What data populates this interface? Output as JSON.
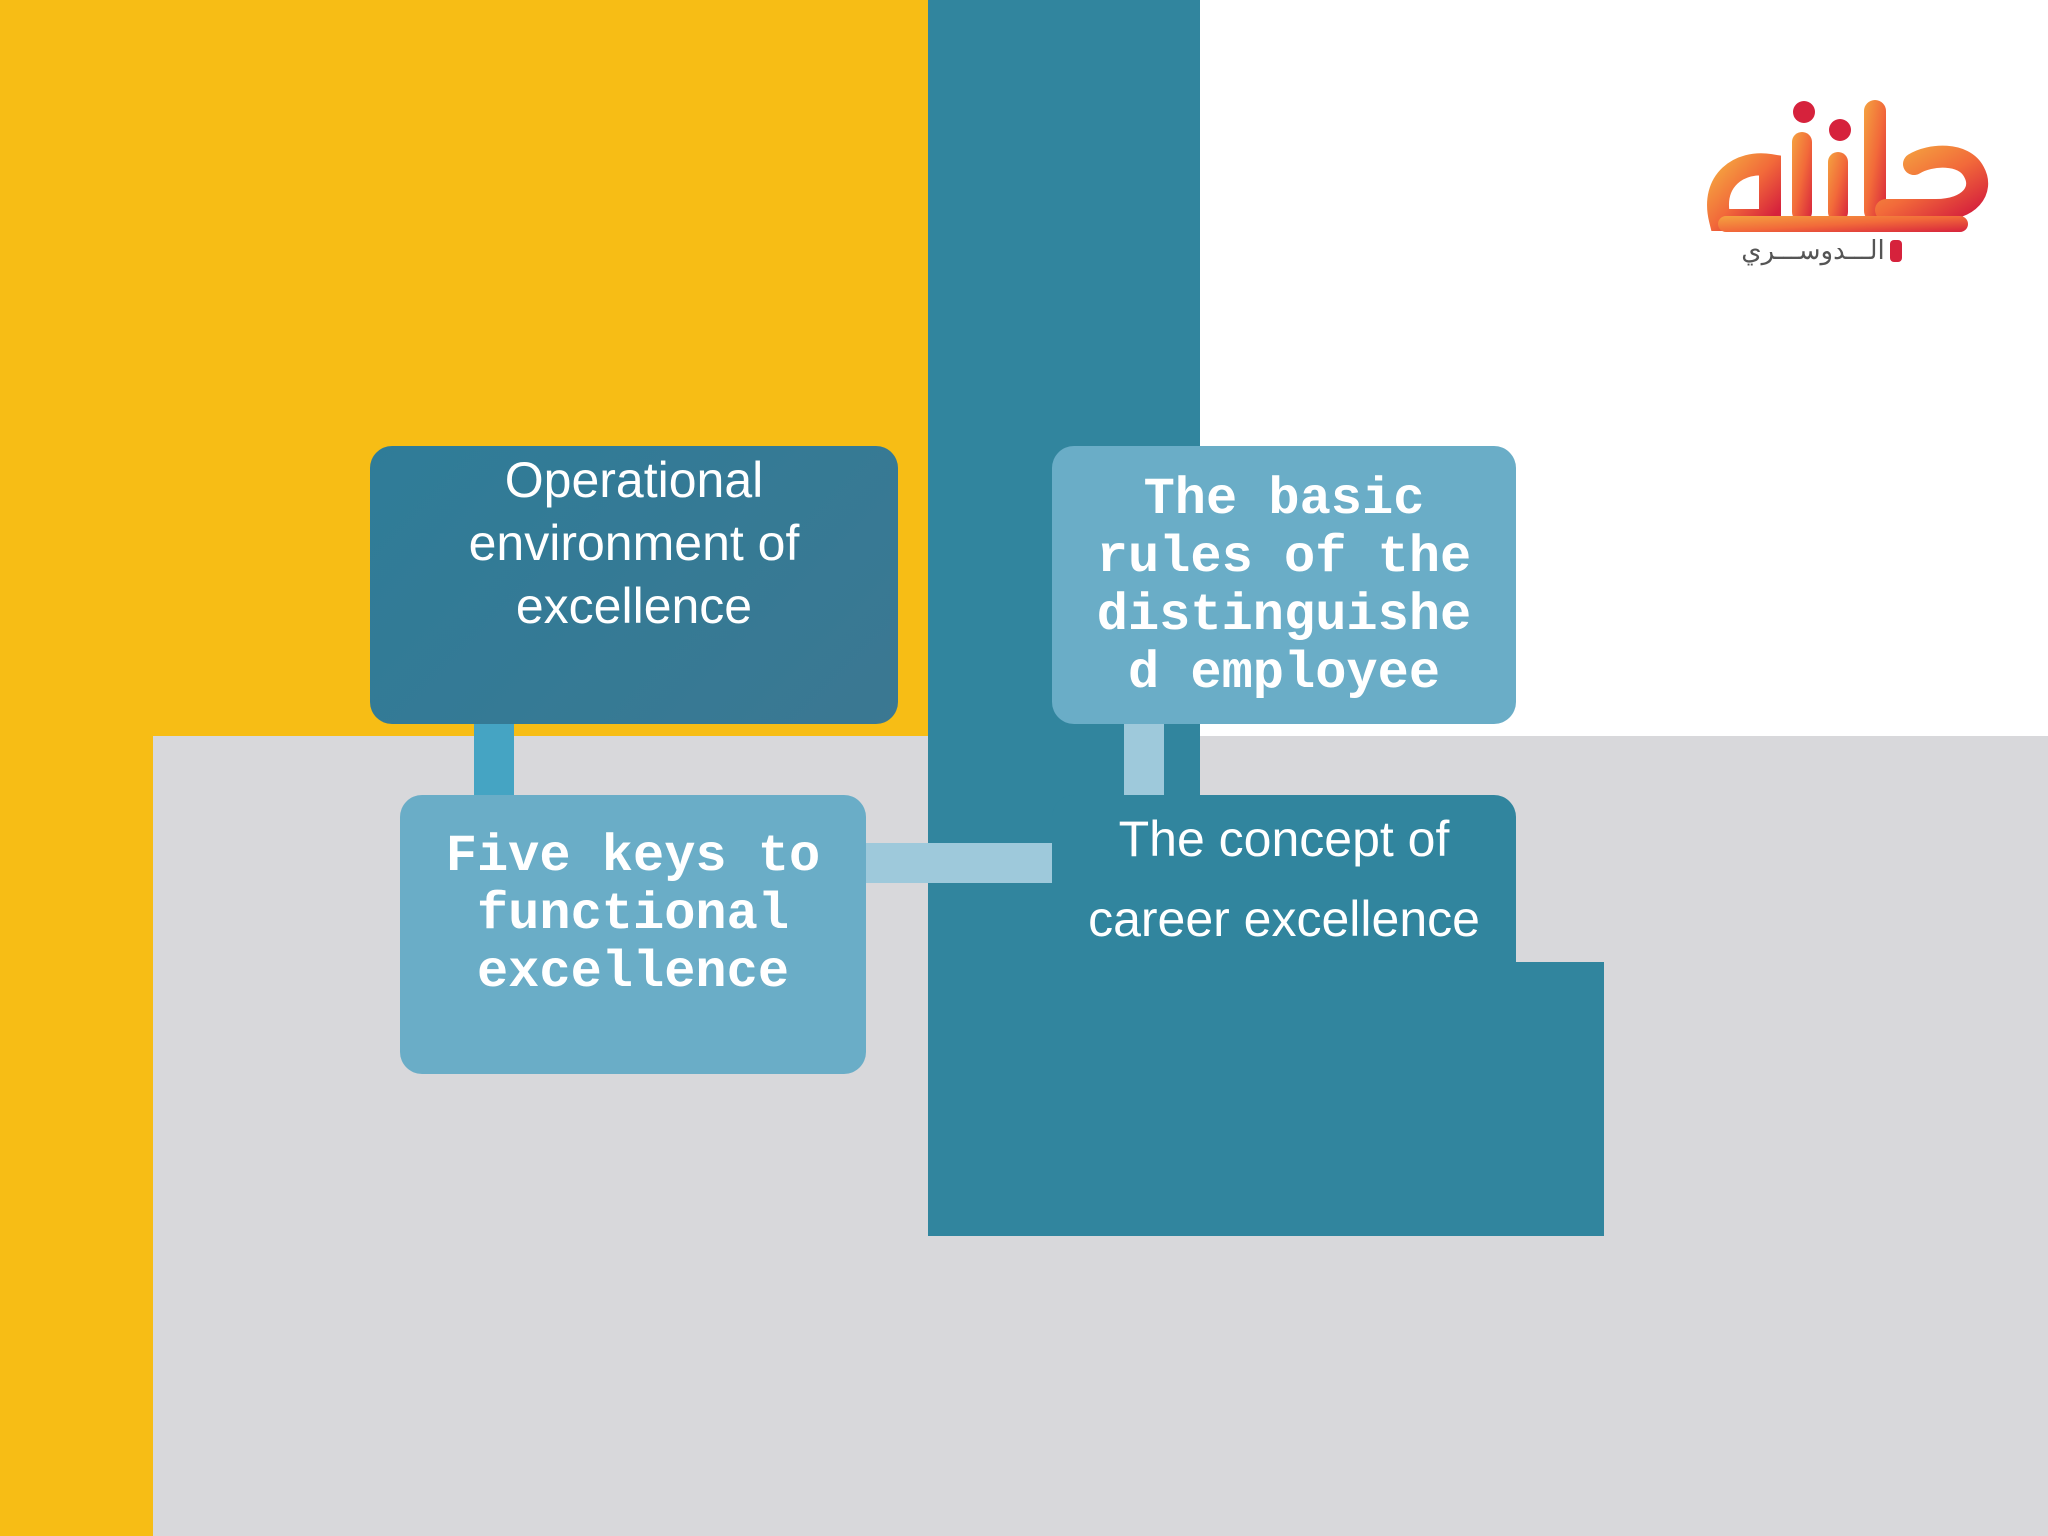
{
  "nodes": {
    "operational": {
      "text": "Operational\nenvironment of\nexcellence"
    },
    "basic_rules": {
      "text": "The basic\nrules of the\ndistinguishe\nd employee"
    },
    "five_keys": {
      "text": "Five keys to\nfunctional\nexcellence"
    },
    "concept": {
      "text": "The concept of\ncareer excellence"
    }
  },
  "logo": {
    "subtitle": "الـــدوســـري"
  },
  "colors": {
    "yellow": "#f7bd15",
    "teal": "#31859e",
    "light_blue": "#6aadc7",
    "gray": "#d8d8db",
    "logo_orange": "#f26a3a",
    "logo_red": "#d6223c"
  }
}
